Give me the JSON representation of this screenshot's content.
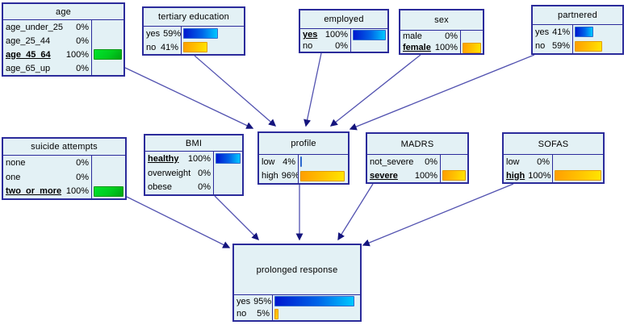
{
  "app": {
    "type": "bayesian-network-view",
    "background": "#ffffff",
    "node_fill": "#e3f1f5",
    "node_border": "#2b2b9b",
    "arrow_line": "#5252b0",
    "arrow_head": "#14147d",
    "bar_colors": {
      "blue": [
        "#0017cf",
        "#00c8ff"
      ],
      "orange": [
        "#ff9e00",
        "#ffe600"
      ],
      "green": [
        "#00e32c",
        "#00a312"
      ]
    }
  },
  "nodes": {
    "age": {
      "title": "age",
      "rows": [
        {
          "label": "age_under_25",
          "pct": "0%",
          "value": 0,
          "color": "blue",
          "active": false
        },
        {
          "label": "age_25_44",
          "pct": "0%",
          "value": 0,
          "color": "orange",
          "active": false
        },
        {
          "label": "age_45_64",
          "pct": "100%",
          "value": 100,
          "color": "green",
          "active": true
        },
        {
          "label": "age_65_up",
          "pct": "0%",
          "value": 0,
          "color": "red",
          "active": false
        }
      ]
    },
    "tertiary_education": {
      "title": "tertiary education",
      "rows": [
        {
          "label": "yes",
          "pct": "59%",
          "value": 59,
          "color": "blue",
          "active": false
        },
        {
          "label": "no",
          "pct": "41%",
          "value": 41,
          "color": "orange",
          "active": false
        }
      ]
    },
    "employed": {
      "title": "employed",
      "rows": [
        {
          "label": "yes",
          "pct": "100%",
          "value": 100,
          "color": "blue",
          "active": true
        },
        {
          "label": "no",
          "pct": "0%",
          "value": 0,
          "color": "orange",
          "active": false
        }
      ]
    },
    "sex": {
      "title": "sex",
      "rows": [
        {
          "label": "male",
          "pct": "0%",
          "value": 0,
          "color": "blue",
          "active": false
        },
        {
          "label": "female",
          "pct": "100%",
          "value": 100,
          "color": "orange",
          "active": true
        }
      ]
    },
    "partnered": {
      "title": "partnered",
      "rows": [
        {
          "label": "yes",
          "pct": "41%",
          "value": 41,
          "color": "blue",
          "active": false
        },
        {
          "label": "no",
          "pct": "59%",
          "value": 59,
          "color": "orange",
          "active": false
        }
      ]
    },
    "suicide_attempts": {
      "title": "suicide attempts",
      "rows": [
        {
          "label": "none",
          "pct": "0%",
          "value": 0,
          "color": "blue",
          "active": false
        },
        {
          "label": "one",
          "pct": "0%",
          "value": 0,
          "color": "orange",
          "active": false
        },
        {
          "label": "two_or_more",
          "pct": "100%",
          "value": 100,
          "color": "green",
          "active": true
        }
      ]
    },
    "bmi": {
      "title": "BMI",
      "rows": [
        {
          "label": "healthy",
          "pct": "100%",
          "value": 100,
          "color": "blue",
          "active": true
        },
        {
          "label": "overweight",
          "pct": "0%",
          "value": 0,
          "color": "orange",
          "active": false
        },
        {
          "label": "obese",
          "pct": "0%",
          "value": 0,
          "color": "green",
          "active": false
        }
      ]
    },
    "profile": {
      "title": "profile",
      "rows": [
        {
          "label": "low",
          "pct": "4%",
          "value": 4,
          "color": "blue",
          "active": false
        },
        {
          "label": "high",
          "pct": "96%",
          "value": 96,
          "color": "orange",
          "active": false
        }
      ]
    },
    "madrs": {
      "title": "MADRS",
      "rows": [
        {
          "label": "not_severe",
          "pct": "0%",
          "value": 0,
          "color": "blue",
          "active": false
        },
        {
          "label": "severe",
          "pct": "100%",
          "value": 100,
          "color": "orange",
          "active": true
        }
      ]
    },
    "sofas": {
      "title": "SOFAS",
      "rows": [
        {
          "label": "low",
          "pct": "0%",
          "value": 0,
          "color": "blue",
          "active": false
        },
        {
          "label": "high",
          "pct": "100%",
          "value": 100,
          "color": "orange",
          "active": true
        }
      ]
    },
    "prolonged_response": {
      "title": "prolonged response",
      "rows": [
        {
          "label": "yes",
          "pct": "95%",
          "value": 95,
          "color": "blue",
          "active": false
        },
        {
          "label": "no",
          "pct": "5%",
          "value": 5,
          "color": "orange",
          "active": false
        }
      ]
    }
  },
  "edges": [
    {
      "from": "age",
      "to": "profile"
    },
    {
      "from": "tertiary_education",
      "to": "profile"
    },
    {
      "from": "employed",
      "to": "profile"
    },
    {
      "from": "sex",
      "to": "profile"
    },
    {
      "from": "partnered",
      "to": "profile"
    },
    {
      "from": "suicide_attempts",
      "to": "prolonged_response"
    },
    {
      "from": "bmi",
      "to": "prolonged_response"
    },
    {
      "from": "profile",
      "to": "prolonged_response"
    },
    {
      "from": "madrs",
      "to": "prolonged_response"
    },
    {
      "from": "sofas",
      "to": "prolonged_response"
    }
  ]
}
